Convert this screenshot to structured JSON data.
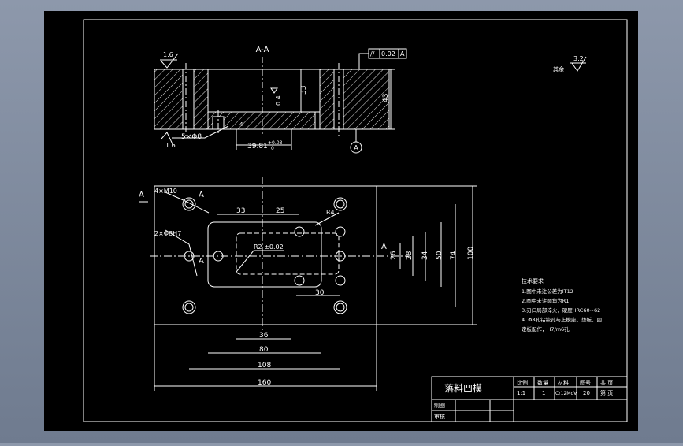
{
  "drawing": {
    "section_label": "A-A",
    "surface_finish": {
      "top_left": "1.6",
      "bottom_left": "1.6",
      "other": "3.2",
      "other_label": "其余"
    },
    "tolerance_frame": {
      "symbol": "//",
      "value": "0.02",
      "datum": "A"
    },
    "datum_marker": "A",
    "section_dims": {
      "depth_33": "33",
      "height_43": "43",
      "step_04": "0.4",
      "holes_5x8": "5×Φ8",
      "width_3981": "39.81",
      "width_tol": "+0.03",
      "width_tol_low": "0",
      "small_4": "4"
    },
    "plan_labels": {
      "section_a_left": "A",
      "section_a_right": "A",
      "section_a_mid": "A",
      "section_a_side": "A",
      "thread_holes": "4×M10",
      "pin_holes": "2×Φ8H7",
      "corner_radius_r4": "R4",
      "corner_radius_r2": "R2 ±0.02"
    },
    "plan_dims": {
      "d33": "33",
      "d25": "25",
      "d26": "26",
      "d28": "28",
      "d34": "34",
      "d50": "50",
      "d74": "74",
      "d100": "100",
      "d30": "30",
      "d36": "36",
      "d80": "80",
      "d108": "108",
      "d160": "160"
    },
    "tech_notes": {
      "title": "技术要求",
      "lines": [
        "1.图中未注公差为IT12",
        "2.图中未注圆角为R1",
        "3.刃口局部淬火，硬度HRC60~62",
        "4. Φ8孔钻铰孔与上模座、垫板、固",
        "   定板配作，H7/m6孔"
      ]
    },
    "title_block": {
      "part_name": "落料凹模",
      "headers": [
        "比例",
        "数量",
        "材料",
        "图号",
        "共 页"
      ],
      "values": [
        "1:1",
        "1",
        "Cr12MoV",
        "20",
        "第 页"
      ],
      "drawn_label": "制图",
      "checked_label": "审核"
    }
  }
}
